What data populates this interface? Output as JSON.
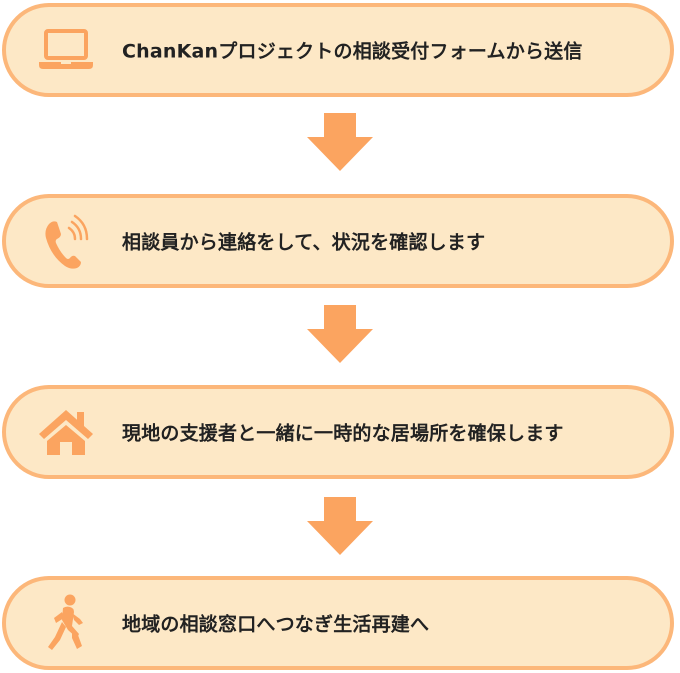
{
  "colors": {
    "box_fill": "#fde8c6",
    "box_border": "#fcb77a",
    "icon": "#fba460",
    "arrow": "#fba460",
    "text": "#222222"
  },
  "steps": [
    {
      "icon": "laptop-icon",
      "label": "ChanKanプロジェクトの相談受付フォームから送信"
    },
    {
      "icon": "phone-icon",
      "label": "相談員から連絡をして、状況を確認します"
    },
    {
      "icon": "house-icon",
      "label": "現地の支援者と一緒に一時的な居場所を確保します"
    },
    {
      "icon": "walking-person-icon",
      "label": "地域の相談窓口へつなぎ生活再建へ"
    }
  ]
}
